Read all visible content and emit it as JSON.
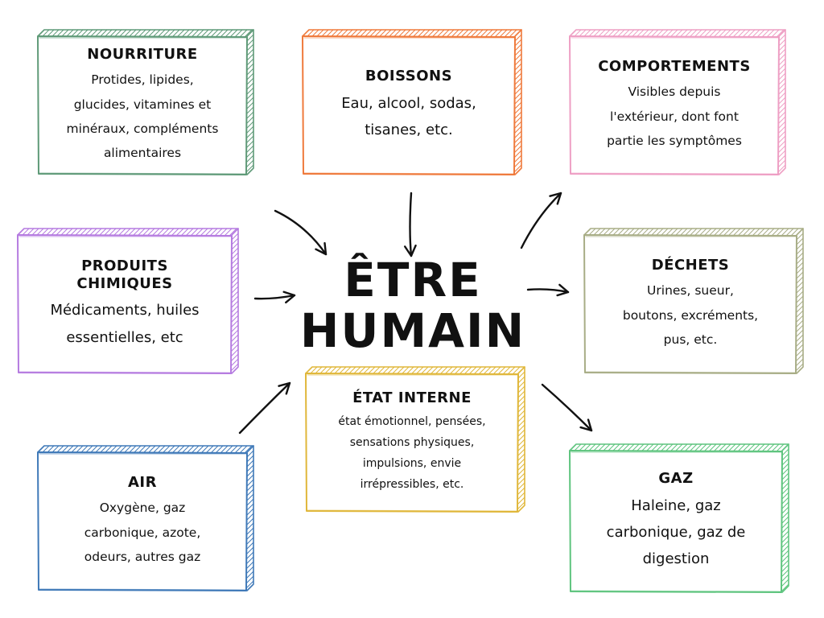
{
  "center": {
    "line1": "ÊTRE",
    "line2": "HUMAIN"
  },
  "boxes": {
    "nourriture": {
      "title": "NOURRITURE",
      "text": [
        "Protides, lipides,",
        "glucides, vitamines et",
        "minéraux, compléments",
        "alimentaires"
      ],
      "color": "#5f9a78"
    },
    "boissons": {
      "title": "BOISSONS",
      "text": [
        "Eau, alcool, sodas,",
        "tisanes, etc."
      ],
      "color": "#ef7a3c"
    },
    "comportements": {
      "title": "COMPORTEMENTS",
      "text": [
        "Visibles depuis",
        "l'extérieur, dont font",
        "partie les symptômes"
      ],
      "color": "#ee9fc4"
    },
    "produits_chimiques": {
      "title_line1": "PRODUITS",
      "title_line2": "CHIMIQUES",
      "text": [
        "Médicaments, huiles",
        "essentielles, etc"
      ],
      "color": "#b57be0"
    },
    "dechets": {
      "title": "DÉCHETS",
      "text": [
        "Urines, sueur,",
        "boutons, excréments,",
        "pus, etc."
      ],
      "color": "#a8ad86"
    },
    "etat_interne": {
      "title": "ÉTAT INTERNE",
      "text": [
        "état émotionnel, pensées,",
        "sensations physiques,",
        "impulsions, envie",
        "irrépressibles, etc."
      ],
      "color": "#e0b73a"
    },
    "air": {
      "title": "AIR",
      "text": [
        "Oxygène, gaz",
        "carbonique, azote,",
        "odeurs, autres gaz"
      ],
      "color": "#3f79b8"
    },
    "gaz": {
      "title": "GAZ",
      "text": [
        "Haleine, gaz",
        "carbonique, gaz de",
        "digestion"
      ],
      "color": "#5ec47e"
    }
  }
}
